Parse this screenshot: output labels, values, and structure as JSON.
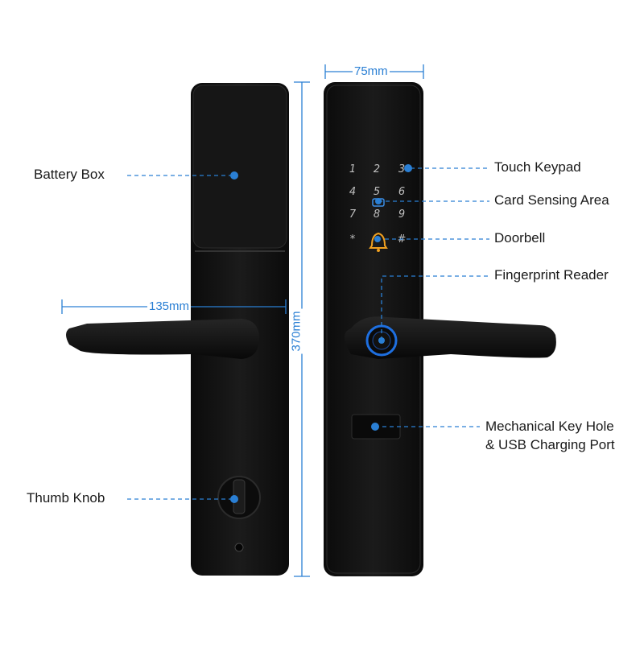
{
  "dimensions": {
    "width": "75mm",
    "height": "370mm",
    "handle": "135mm"
  },
  "callouts": {
    "battery_box": "Battery Box",
    "thumb_knob": "Thumb Knob",
    "touch_keypad": "Touch Keypad",
    "card_sensing_area": "Card Sensing Area",
    "doorbell": "Doorbell",
    "fingerprint_reader": "Fingerprint Reader",
    "key_hole_line1": "Mechanical Key Hole",
    "key_hole_line2": "& USB Charging Port"
  },
  "keypad": [
    "1",
    "2",
    "3",
    "4",
    "5",
    "6",
    "7",
    "8",
    "9",
    "*",
    "#"
  ],
  "colors": {
    "accent": "#2a7fd4",
    "lock_body": "#121212",
    "fingerprint_ring": "#1e6fe0"
  }
}
